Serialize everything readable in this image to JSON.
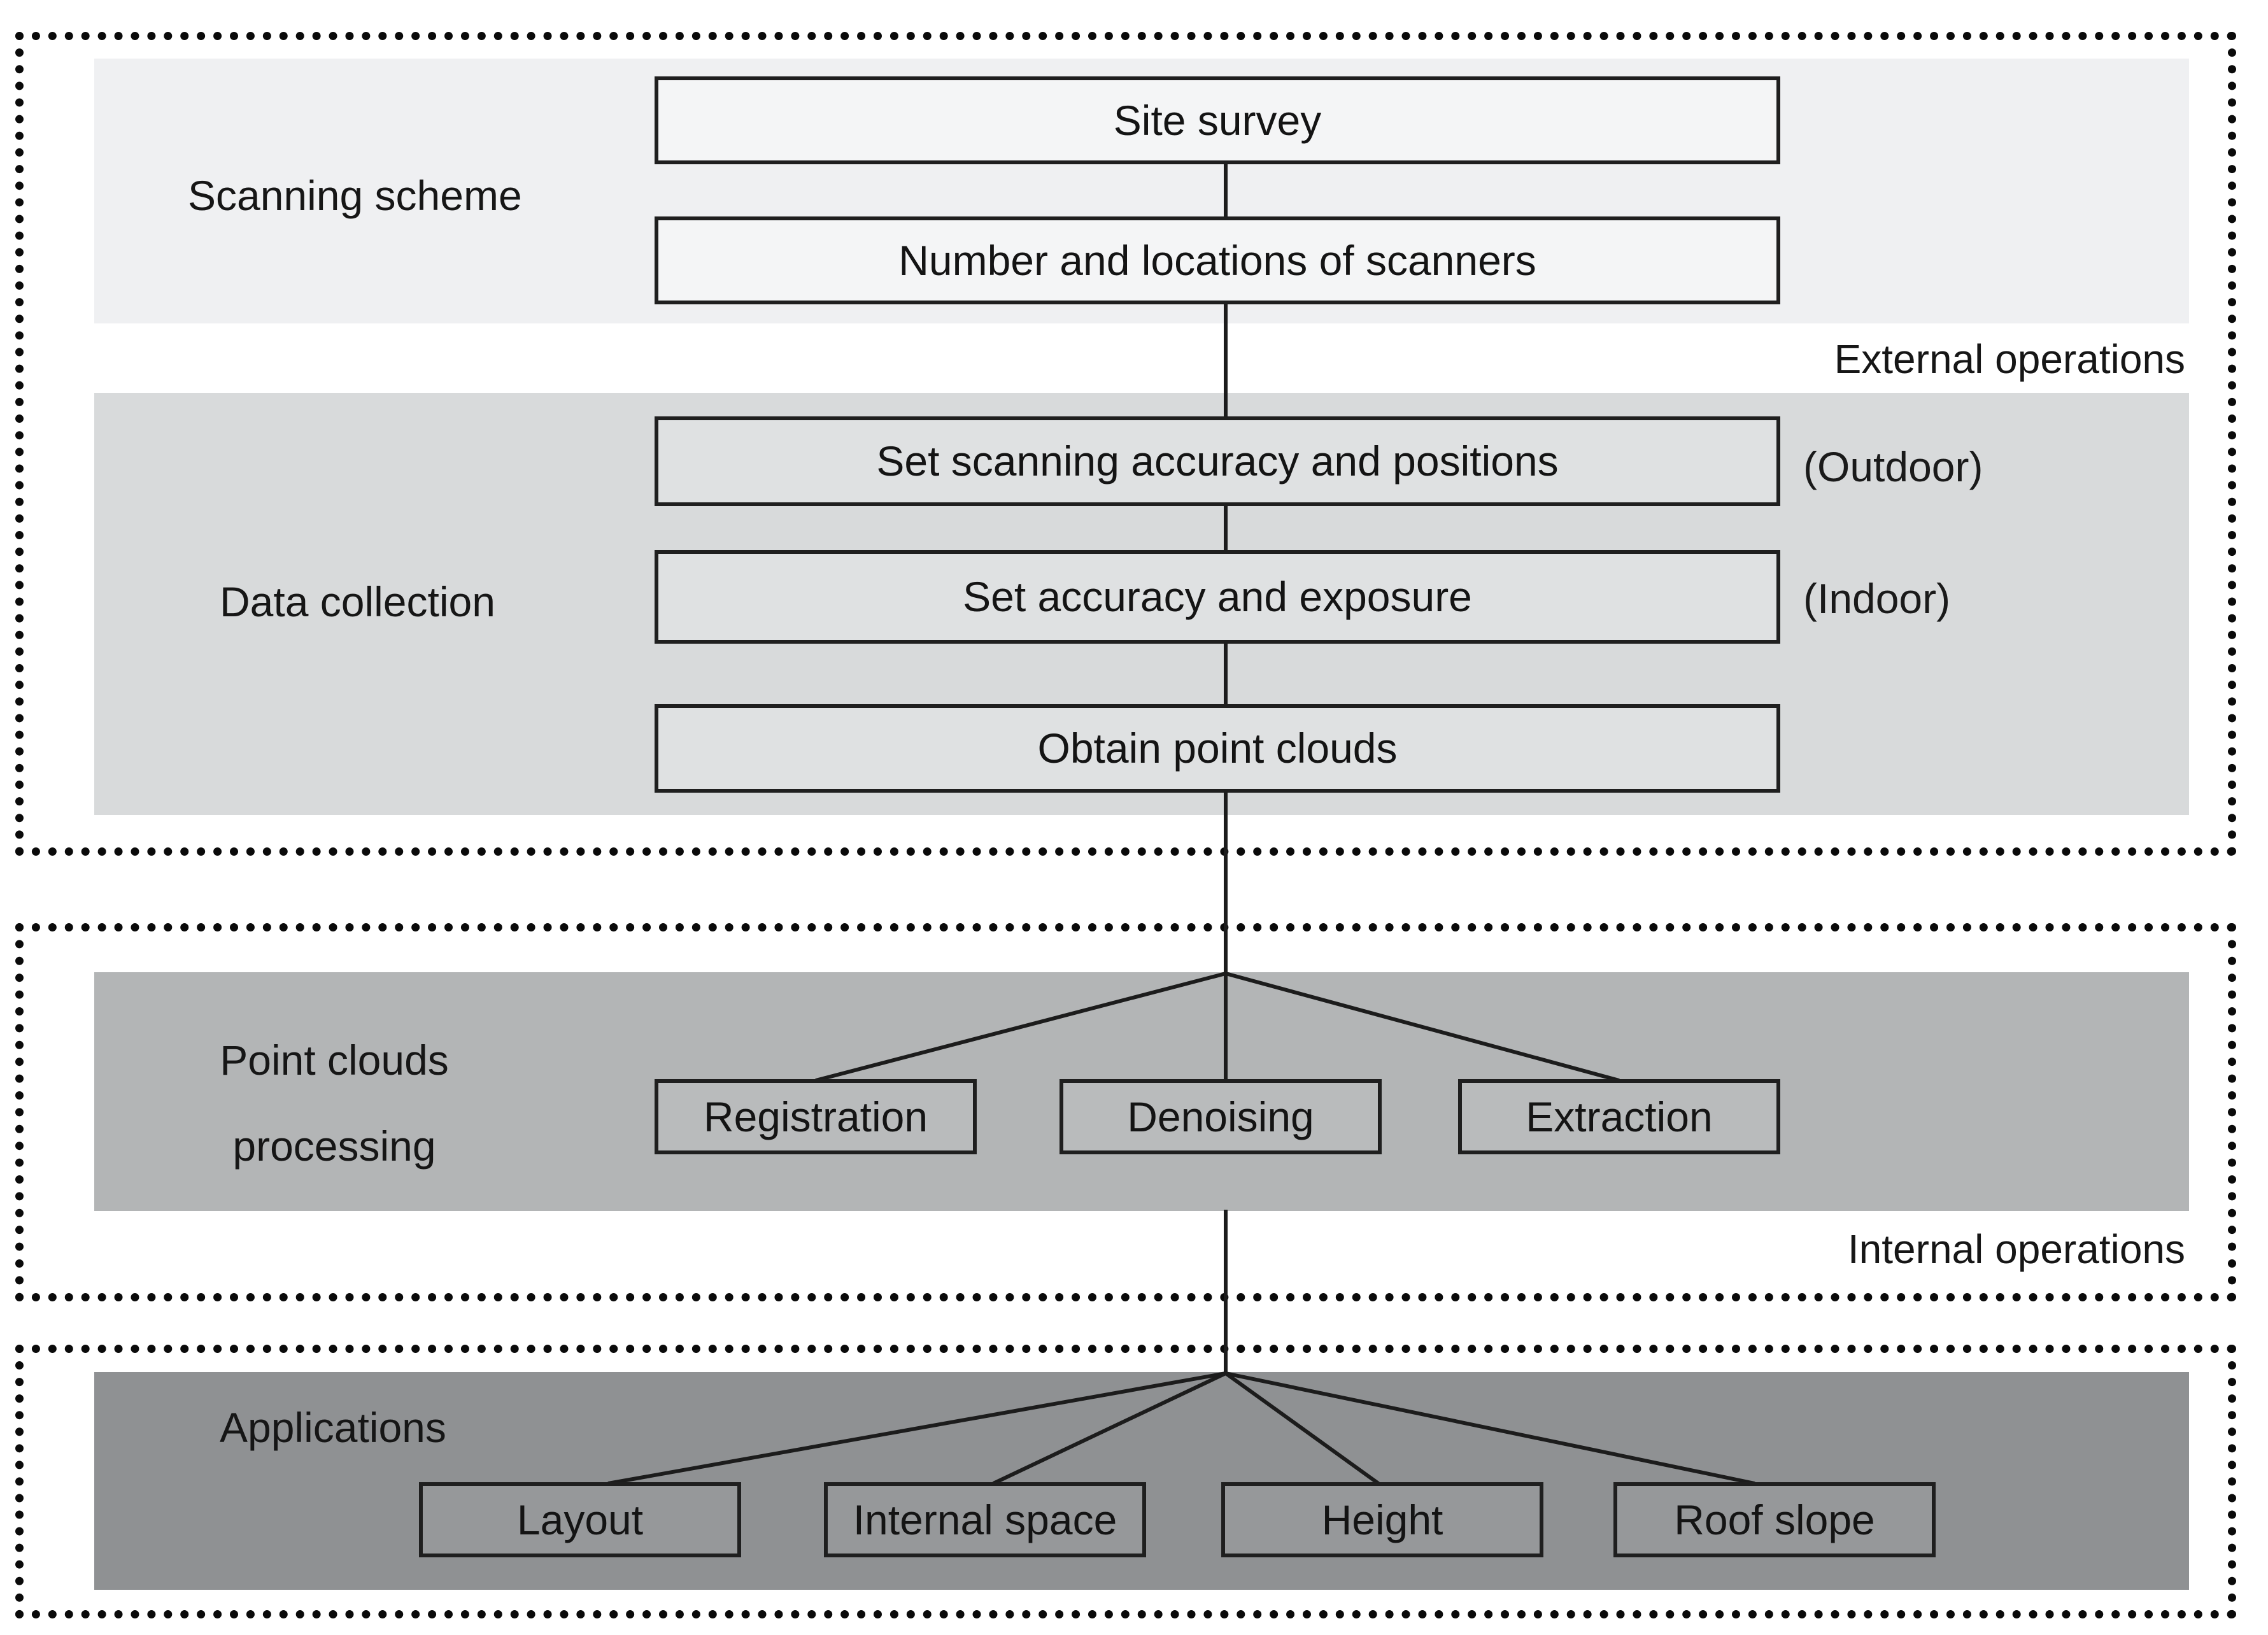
{
  "sections": [
    {
      "name": "external-operations",
      "side_label": "External operations",
      "bands": [
        {
          "label": "Scanning scheme",
          "boxes": [
            {
              "label": "Site survey"
            },
            {
              "label": "Number and locations of scanners"
            }
          ]
        },
        {
          "label": "Data collection",
          "boxes": [
            {
              "label": "Set scanning accuracy and positions",
              "tag": "(Outdoor)"
            },
            {
              "label": "Set accuracy and exposure",
              "tag": "(Indoor)"
            },
            {
              "label": "Obtain point clouds"
            }
          ]
        }
      ]
    },
    {
      "name": "internal-operations",
      "side_label": "Internal operations",
      "bands": [
        {
          "label": "Point clouds processing",
          "label_line1": "Point clouds",
          "label_line2": "processing",
          "boxes": [
            {
              "label": "Registration"
            },
            {
              "label": "Denoising"
            },
            {
              "label": "Extraction"
            }
          ]
        }
      ]
    },
    {
      "name": "applications",
      "bands": [
        {
          "label": "Applications",
          "boxes": [
            {
              "label": "Layout"
            },
            {
              "label": "Internal space"
            },
            {
              "label": "Height"
            },
            {
              "label": "Roof slope"
            }
          ]
        }
      ]
    }
  ],
  "edges": [
    "Site survey -> Number and locations of scanners",
    "Number and locations of scanners -> Set scanning accuracy and positions",
    "Set scanning accuracy and positions -> Set accuracy and exposure",
    "Set accuracy and exposure -> Obtain point clouds",
    "Obtain point clouds -> Registration",
    "Obtain point clouds -> Denoising",
    "Obtain point clouds -> Extraction",
    "Point clouds processing -> Layout",
    "Point clouds processing -> Internal space",
    "Point clouds processing -> Height",
    "Point clouds processing -> Roof slope"
  ],
  "colors": {
    "band_scanning_scheme": "#eff0f2",
    "band_data_collection": "#d8dadb",
    "band_point_clouds_processing": "#b3b5b6",
    "band_applications": "#8f9193",
    "box_border": "#1f1f1f",
    "connector_line": "#1c1c1c",
    "dotted_border": "#0a0a0a",
    "text": "#151515"
  }
}
